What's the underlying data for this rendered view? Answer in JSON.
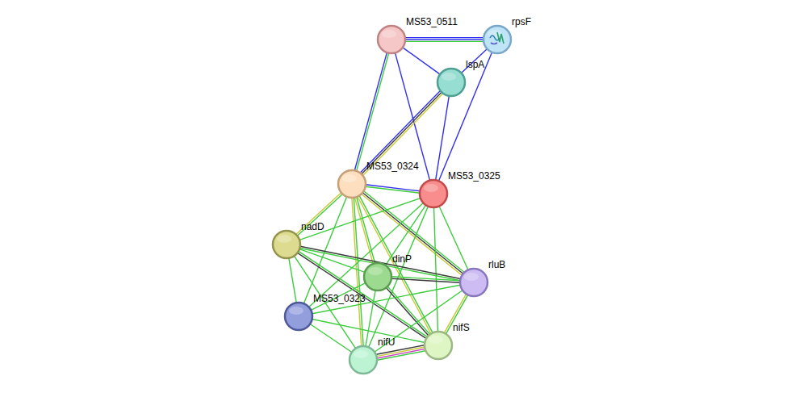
{
  "diagram": {
    "nodes": [
      {
        "text": [
          "MS53_0511"
        ]
      },
      {
        "text": [
          "rpsF"
        ]
      },
      {
        "text": [
          "lspA"
        ]
      },
      {
        "text": [
          "MS53_0324"
        ]
      },
      {
        "text": [
          "MS53_0325"
        ]
      },
      {
        "text": [
          "nadD"
        ]
      },
      {
        "text": [
          "dinP"
        ]
      },
      {
        "text": [
          "rluB"
        ]
      },
      {
        "text": [
          "MS53_0323"
        ]
      },
      {
        "text": [
          "nifS"
        ]
      },
      {
        "text": [
          "nifU"
        ]
      }
    ],
    "edges": [
      {
        "from": 0,
        "to": 1,
        "arrow": "none"
      },
      {
        "from": 0,
        "to": 2,
        "arrow": "none"
      },
      {
        "from": 0,
        "to": 3,
        "arrow": "none"
      },
      {
        "from": 0,
        "to": 4,
        "arrow": "none"
      },
      {
        "from": 1,
        "to": 2,
        "arrow": "none"
      },
      {
        "from": 1,
        "to": 4,
        "arrow": "none"
      },
      {
        "from": 2,
        "to": 3,
        "arrow": "none"
      },
      {
        "from": 2,
        "to": 4,
        "arrow": "none"
      },
      {
        "from": 3,
        "to": 4,
        "arrow": "none"
      },
      {
        "from": 3,
        "to": 5,
        "arrow": "none"
      },
      {
        "from": 3,
        "to": 6,
        "arrow": "none"
      },
      {
        "from": 3,
        "to": 7,
        "arrow": "none"
      },
      {
        "from": 3,
        "to": 8,
        "arrow": "none"
      },
      {
        "from": 3,
        "to": 9,
        "arrow": "none"
      },
      {
        "from": 3,
        "to": 10,
        "arrow": "none"
      },
      {
        "from": 4,
        "to": 5,
        "arrow": "none"
      },
      {
        "from": 4,
        "to": 6,
        "arrow": "none"
      },
      {
        "from": 4,
        "to": 7,
        "arrow": "none"
      },
      {
        "from": 4,
        "to": 8,
        "arrow": "none"
      },
      {
        "from": 4,
        "to": 9,
        "arrow": "none"
      },
      {
        "from": 4,
        "to": 10,
        "arrow": "none"
      },
      {
        "from": 5,
        "to": 6,
        "arrow": "none"
      },
      {
        "from": 5,
        "to": 7,
        "arrow": "none"
      },
      {
        "from": 5,
        "to": 8,
        "arrow": "none"
      },
      {
        "from": 5,
        "to": 9,
        "arrow": "none"
      },
      {
        "from": 5,
        "to": 10,
        "arrow": "none"
      },
      {
        "from": 6,
        "to": 7,
        "arrow": "none"
      },
      {
        "from": 6,
        "to": 8,
        "arrow": "none"
      },
      {
        "from": 6,
        "to": 9,
        "arrow": "none"
      },
      {
        "from": 6,
        "to": 10,
        "arrow": "none"
      },
      {
        "from": 7,
        "to": 8,
        "arrow": "none"
      },
      {
        "from": 7,
        "to": 9,
        "arrow": "none"
      },
      {
        "from": 7,
        "to": 10,
        "arrow": "none"
      },
      {
        "from": 8,
        "to": 9,
        "arrow": "none"
      },
      {
        "from": 8,
        "to": 10,
        "arrow": "none"
      },
      {
        "from": 9,
        "to": 10,
        "arrow": "none"
      }
    ]
  }
}
